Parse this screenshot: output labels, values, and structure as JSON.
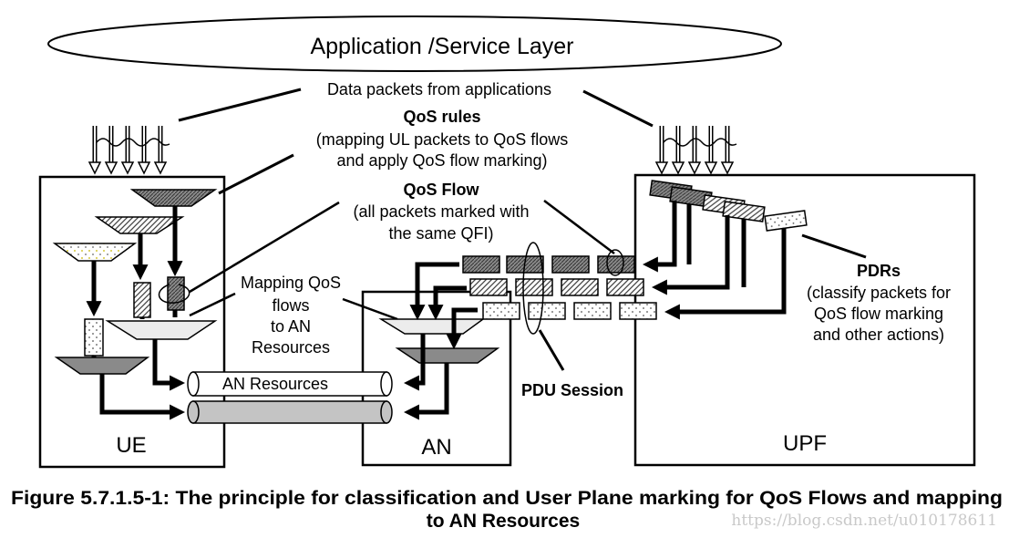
{
  "layer_label": "Application /Service Layer",
  "data_packets_label": "Data packets from applications",
  "qos_rules": {
    "title": "QoS rules",
    "line1": "(mapping UL packets to QoS flows",
    "line2": "and apply QoS flow marking)"
  },
  "qos_flow": {
    "title": "QoS Flow",
    "line1": "(all packets marked with",
    "line2": "the same QFI)"
  },
  "mapping": {
    "line1": "Mapping QoS",
    "line2": "flows",
    "line3": "to AN",
    "line4": "Resources"
  },
  "pdrs": {
    "title": "PDRs",
    "line1": "(classify packets for",
    "line2": "QoS flow marking",
    "line3": "and other actions)"
  },
  "an_resources_label": "AN Resources",
  "pdu_session_label": "PDU Session",
  "boxes": {
    "ue": "UE",
    "an": "AN",
    "upf": "UPF"
  },
  "caption": {
    "line1": "Figure 5.7.1.5-1: The principle for classification and User Plane marking for QoS Flows and mapping",
    "line2": "to AN Resources"
  },
  "watermark": "https://blog.csdn.net/u010178611"
}
